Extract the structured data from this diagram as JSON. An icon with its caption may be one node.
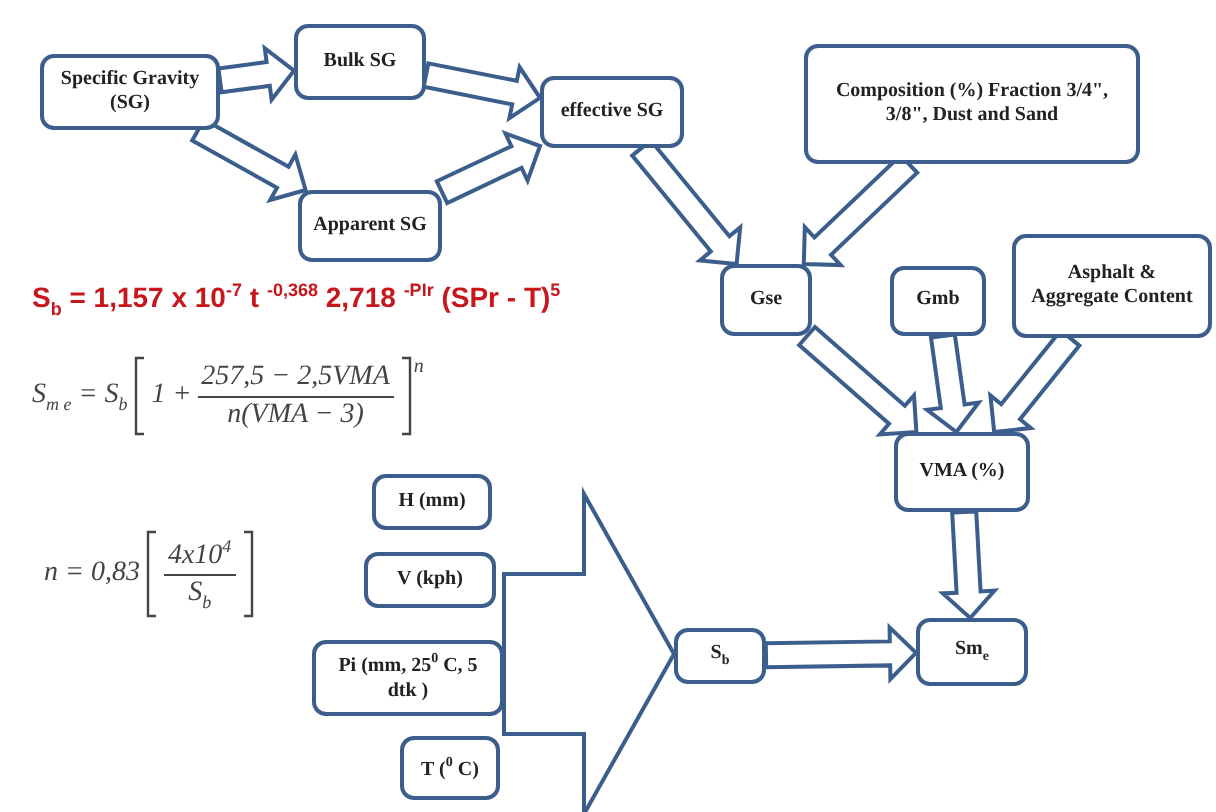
{
  "diagram": {
    "nodes": [
      {
        "text": [
          "Specific Gravity (SG)"
        ]
      },
      {
        "text": [
          "Bulk SG"
        ]
      },
      {
        "text": [
          "Apparent SG"
        ]
      },
      {
        "text": [
          "effective SG"
        ]
      },
      {
        "text": [
          "Composition (%) Fraction 3/4\", 3/8\", Dust and Sand"
        ]
      },
      {
        "text": [
          "Gse"
        ]
      },
      {
        "text": [
          "Gmb"
        ]
      },
      {
        "text": [
          "Asphalt & Aggregate Content"
        ]
      },
      {
        "text": [
          "VMA (%)"
        ]
      },
      {
        "text": [
          "H (mm)"
        ]
      },
      {
        "text": [
          "V (kph)"
        ]
      },
      {
        "text": [
          "Pi (mm, 25$^{0}$ C, 5 dtk )"
        ]
      },
      {
        "text": [
          "T ($^{0}$ C)"
        ]
      },
      {
        "text": [
          "S$_{b}$"
        ]
      },
      {
        "text": [
          "Sm$_{e}$"
        ]
      }
    ],
    "edges": [
      {
        "from": 0,
        "to": 1,
        "arrow": "to"
      },
      {
        "from": 0,
        "to": 2,
        "arrow": "to"
      },
      {
        "from": 1,
        "to": 3,
        "arrow": "to"
      },
      {
        "from": 2,
        "to": 3,
        "arrow": "to"
      },
      {
        "from": 3,
        "to": 5,
        "arrow": "to"
      },
      {
        "from": 4,
        "to": 5,
        "arrow": "to"
      },
      {
        "from": 5,
        "to": 8,
        "arrow": "to"
      },
      {
        "from": 6,
        "to": 8,
        "arrow": "to"
      },
      {
        "from": 7,
        "to": 8,
        "arrow": "to"
      },
      {
        "from": 8,
        "to": 14,
        "arrow": "to"
      },
      {
        "from": 13,
        "to": 14,
        "arrow": "to"
      },
      {
        "from": 9,
        "to": 13,
        "arrow": "to"
      },
      {
        "from": 10,
        "to": 13,
        "arrow": "to"
      },
      {
        "from": 11,
        "to": 13,
        "arrow": "to"
      },
      {
        "from": 12,
        "to": 13,
        "arrow": "to"
      }
    ],
    "labels": [
      "S$_{b}$ = 1,157 x 10$^{-7}$ t $^{-0,368}$ 2,718 $^{-PIr}$ (SPr - T)$^{5}$",
      "S$_{m e}$ = S$_{b}$",
      "1 +",
      "257,5 − 2,5VMA",
      "n(VMA − 3)",
      "n",
      "n = 0,83",
      "4x10$^{4}$",
      "S$_{b}$"
    ]
  }
}
